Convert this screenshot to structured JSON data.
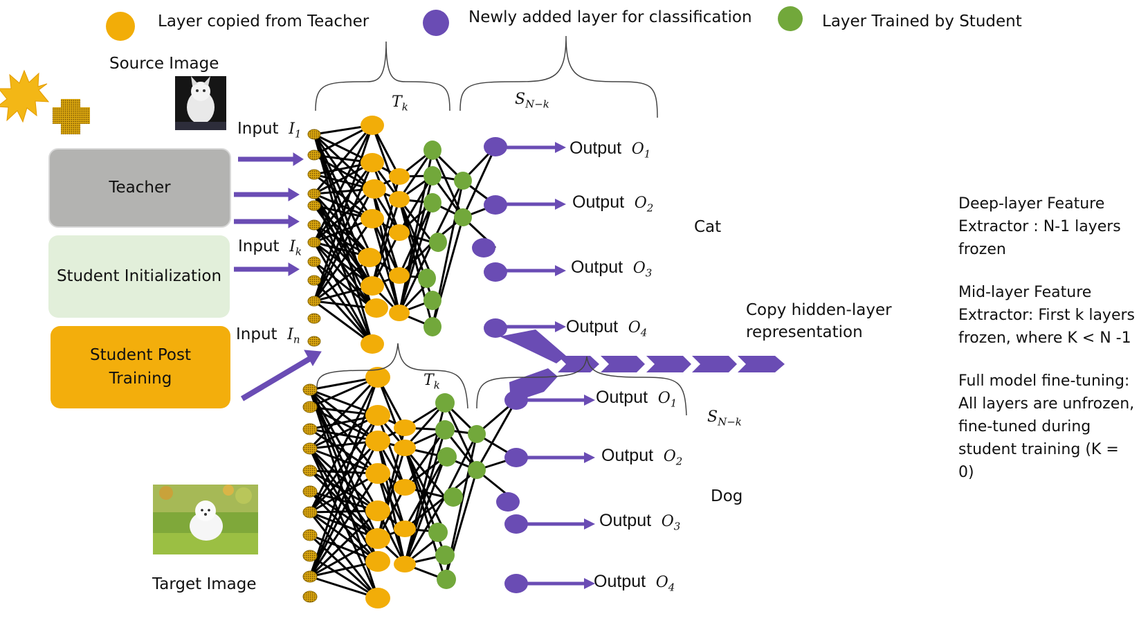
{
  "legend": {
    "teacher_layer": "Layer copied from Teacher",
    "new_layer": "Newly added layer for classification",
    "student_layer": "Layer Trained by Student"
  },
  "colors": {
    "orange": "#f2ad08",
    "purple": "#6a4cb4",
    "green": "#72a83b",
    "teacher_box": "#b3b3b1",
    "student_init_box": "#e2efda",
    "student_post_box": "#f3ae0c"
  },
  "source_image_label": "Source Image",
  "target_image_label": "Target Image",
  "boxes": {
    "teacher": "Teacher",
    "student_init": "Student Initialization",
    "student_post_line1": "Student Post",
    "student_post_line2": "Training"
  },
  "inputs": {
    "word": "Input",
    "i1": "I",
    "i1_sub": "1",
    "ik": "I",
    "ik_sub": "k",
    "in": "I",
    "in_sub": "n"
  },
  "top_net": {
    "tk": "T",
    "tk_sub": "k",
    "snk": "S",
    "snk_sub": "N−k",
    "output_word": "Output",
    "outputs": [
      {
        "sym": "O",
        "sub": "1"
      },
      {
        "sym": "O",
        "sub": "2"
      },
      {
        "sym": "O",
        "sub": "3"
      },
      {
        "sym": "O",
        "sub": "4"
      }
    ],
    "class_label": "Cat"
  },
  "bottom_net": {
    "tk": "T",
    "tk_sub": "k",
    "snk": "S",
    "snk_sub": "N−k",
    "output_word": "Output",
    "outputs": [
      {
        "sym": "O",
        "sub": "1"
      },
      {
        "sym": "O",
        "sub": "2"
      },
      {
        "sym": "O",
        "sub": "3"
      },
      {
        "sym": "O",
        "sub": "4"
      }
    ],
    "class_label": "Dog"
  },
  "copy_label_line1": "Copy hidden-layer",
  "copy_label_line2": "representation",
  "side_notes": {
    "deep": "Deep-layer Feature\nExtractor : N-1 layers\nfrozen",
    "mid": "Mid-layer Feature\nExtractor: First k layers\nfrozen, where K < N -1",
    "full": "Full model fine-tuning:\nAll layers are unfrozen,\nfine-tuned during\nstudent training (K = 0)"
  }
}
